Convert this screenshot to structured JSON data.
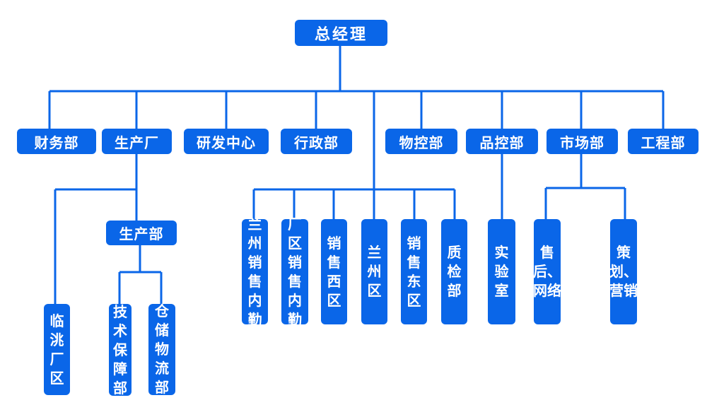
{
  "colors": {
    "box": "#0a66e8",
    "line": "#0a66e8",
    "text": "#ffffff",
    "background": "#ffffff"
  },
  "nodes": {
    "ceo": "总经理",
    "finance": "财务部",
    "production_plant": "生产厂",
    "rnd_center": "研发中心",
    "administration": "行政部",
    "materials_control": "物控部",
    "quality_control": "品控部",
    "marketing": "市场部",
    "engineering": "工程部",
    "production_dept": "生产部",
    "linkao_plant": "临洮厂区",
    "tech_support": "技术保障部",
    "warehouse_logistics": "仓储物流部",
    "lanzhou_sales_office": "兰州销售内勤",
    "plant_sales_office": "厂区销售内勤",
    "sales_west": "销售西区",
    "lanzhou_district": "兰州区",
    "sales_east": "销售东区",
    "quality_inspection": "质检部",
    "laboratory": "实验室",
    "after_sales_network": "售后、网络",
    "planning_marketing": "策划、营销"
  }
}
